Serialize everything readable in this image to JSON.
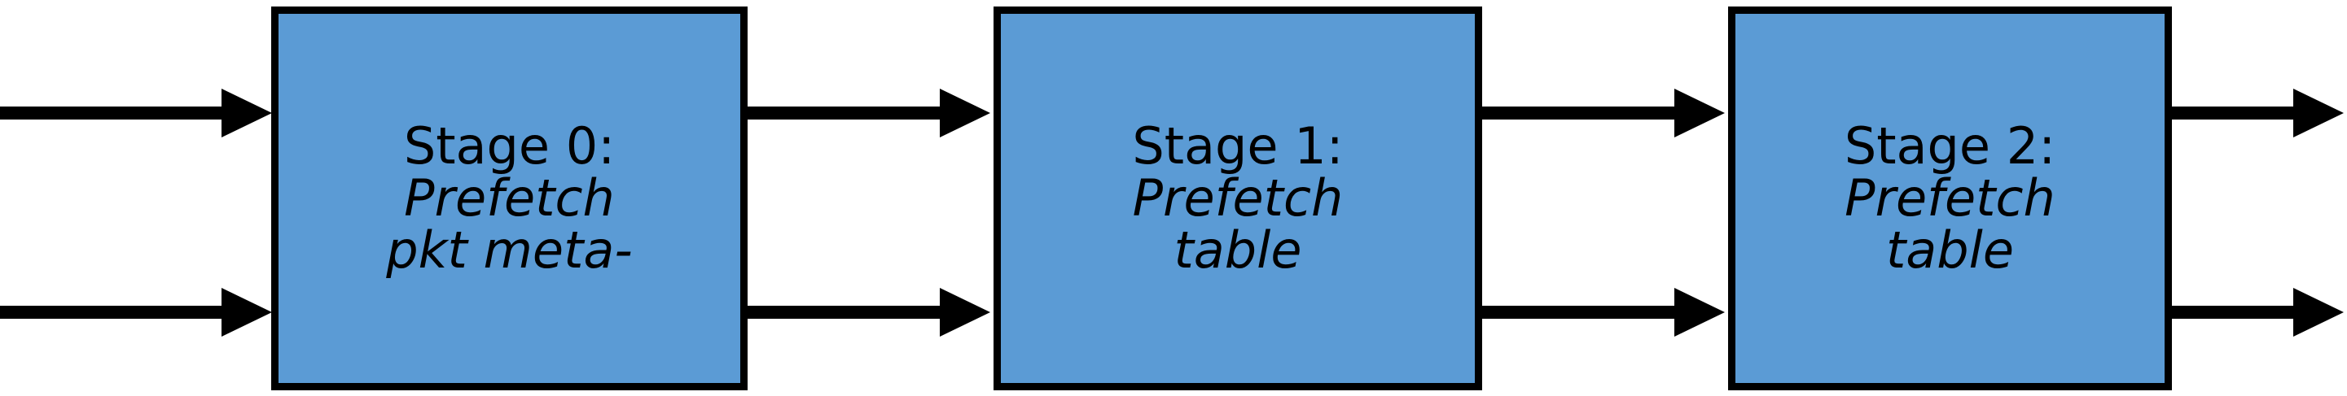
{
  "diagram": {
    "type": "pipeline-block-diagram",
    "background_color": "#ffffff",
    "box_fill_color": "#5b9bd5",
    "box_border_color": "#000000",
    "arrow_color": "#000000",
    "stages": [
      {
        "id": "stage-0",
        "title": "Stage 0:",
        "subtitle_line_1": "Prefetch",
        "subtitle_line_2": "pkt meta-"
      },
      {
        "id": "stage-1",
        "title": "Stage 1:",
        "subtitle_line_1": "Prefetch",
        "subtitle_line_2": "table"
      },
      {
        "id": "stage-2",
        "title": "Stage 2:",
        "subtitle_line_1": "Prefetch",
        "subtitle_line_2": "table"
      }
    ],
    "connectors": [
      {
        "id": "input-top",
        "from": "edge-left",
        "to": "stage-0",
        "lane": "top"
      },
      {
        "id": "input-bottom",
        "from": "edge-left",
        "to": "stage-0",
        "lane": "bottom"
      },
      {
        "id": "s0-to-s1-top",
        "from": "stage-0",
        "to": "stage-1",
        "lane": "top"
      },
      {
        "id": "s0-to-s1-bottom",
        "from": "stage-0",
        "to": "stage-1",
        "lane": "bottom"
      },
      {
        "id": "s1-to-s2-top",
        "from": "stage-1",
        "to": "stage-2",
        "lane": "top"
      },
      {
        "id": "s1-to-s2-bottom",
        "from": "stage-1",
        "to": "stage-2",
        "lane": "bottom"
      },
      {
        "id": "output-top",
        "from": "stage-2",
        "to": "edge-right",
        "lane": "top"
      },
      {
        "id": "output-bottom",
        "from": "stage-2",
        "to": "edge-right",
        "lane": "bottom"
      }
    ]
  }
}
